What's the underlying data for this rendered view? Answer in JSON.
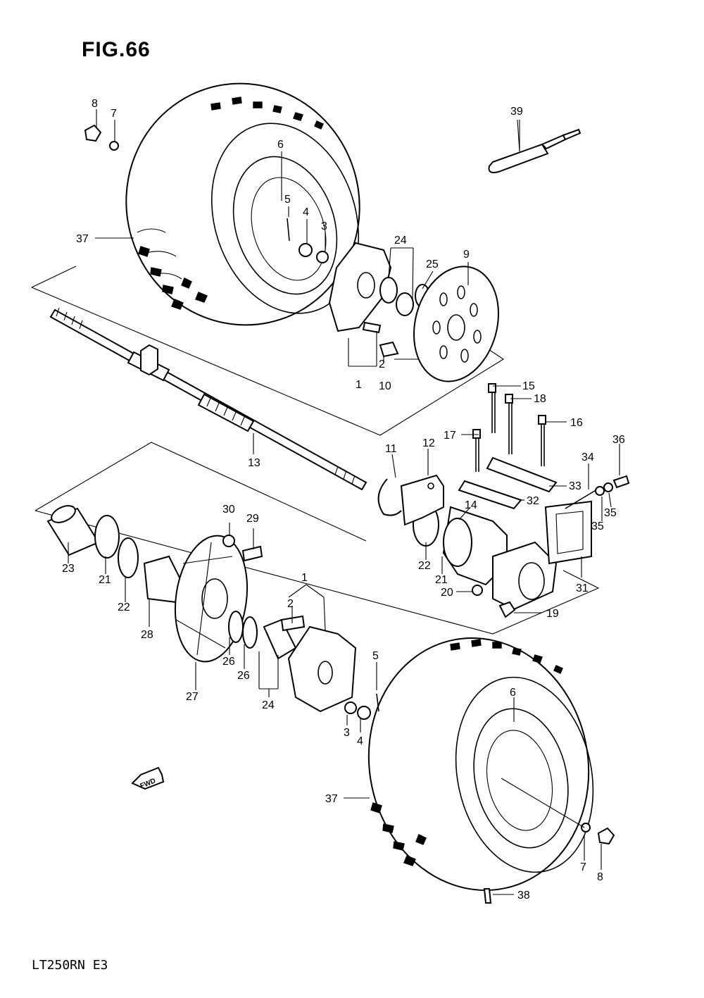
{
  "figure": {
    "title": "FIG.66",
    "model_code": "LT250RN  E3",
    "direction_label": "FWD"
  },
  "callouts": [
    "1",
    "2",
    "3",
    "4",
    "5",
    "6",
    "7",
    "8",
    "9",
    "10",
    "11",
    "12",
    "13",
    "14",
    "15",
    "16",
    "17",
    "18",
    "19",
    "20",
    "21",
    "22",
    "23",
    "24",
    "25",
    "26",
    "27",
    "28",
    "29",
    "30",
    "31",
    "32",
    "33",
    "34",
    "35",
    "36",
    "37",
    "38",
    "39"
  ]
}
